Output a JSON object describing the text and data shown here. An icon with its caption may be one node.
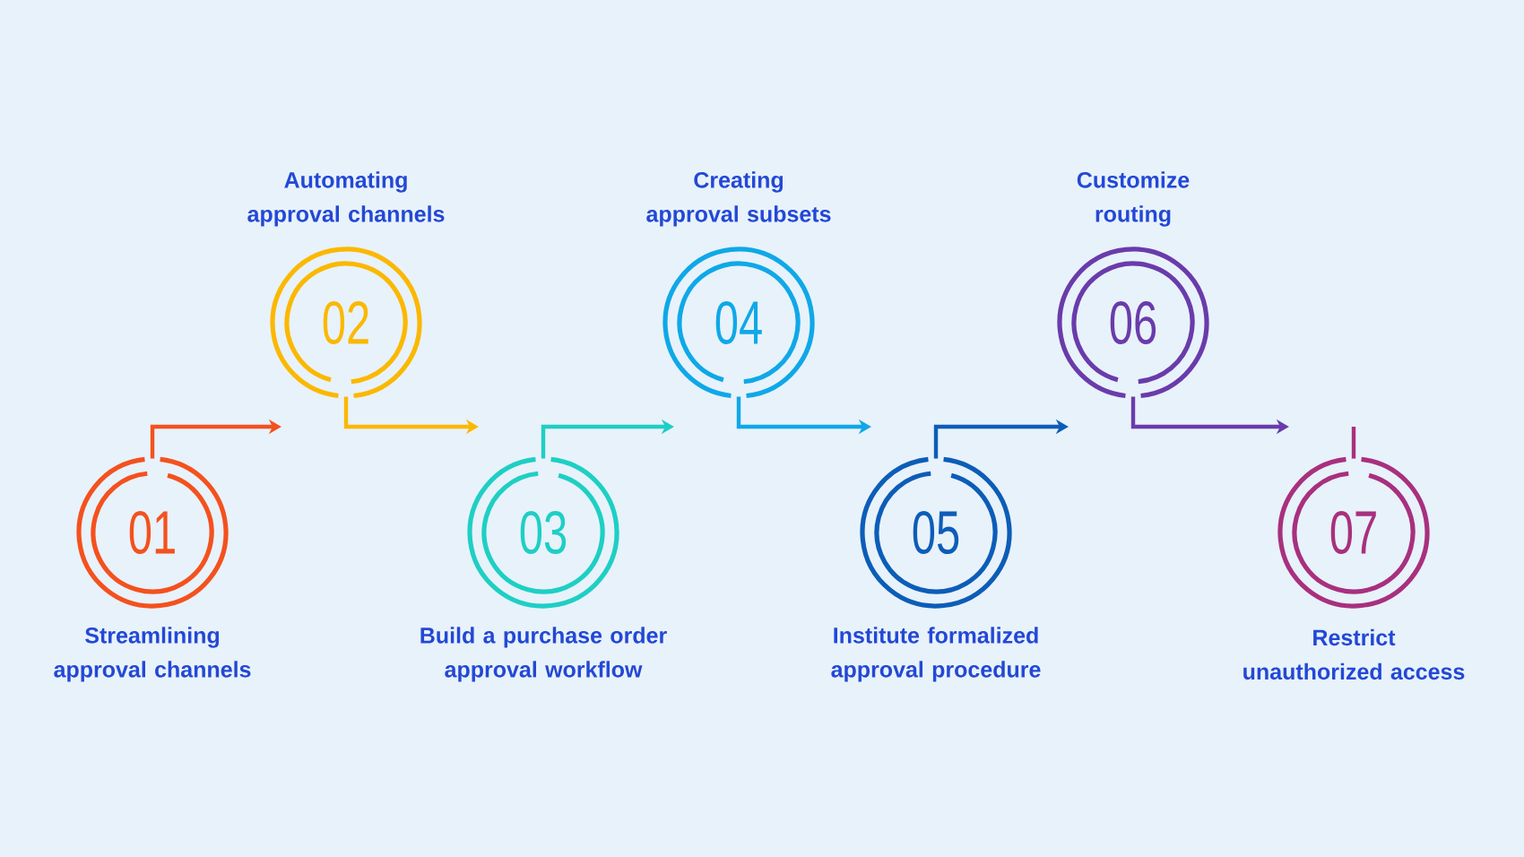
{
  "diagram": {
    "nodes": [
      {
        "text": [
          "01",
          "Streamlining approval channels"
        ]
      },
      {
        "text": [
          "Automating approval channels",
          "02"
        ]
      },
      {
        "text": [
          "03",
          "Build a purchase order approval workflow"
        ]
      },
      {
        "text": [
          "Creating approval subsets",
          "04"
        ]
      },
      {
        "text": [
          "05",
          "Institute formalized approval procedure"
        ]
      },
      {
        "text": [
          "Customize routing",
          "06"
        ]
      },
      {
        "text": [
          "07",
          "Restrict unauthorized access"
        ]
      }
    ],
    "edges": [
      {
        "from": 0,
        "to": 1,
        "arrow": "to",
        "color": "#f4511e"
      },
      {
        "from": 1,
        "to": 2,
        "arrow": "to",
        "color": "#fbb800"
      },
      {
        "from": 2,
        "to": 3,
        "arrow": "to",
        "color": "#1ecfc4"
      },
      {
        "from": 3,
        "to": 4,
        "arrow": "to",
        "color": "#0fa8e8"
      },
      {
        "from": 4,
        "to": 5,
        "arrow": "to",
        "color": "#0c5db8"
      },
      {
        "from": 5,
        "to": 6,
        "arrow": "to",
        "color": "#6a3bab"
      }
    ]
  }
}
